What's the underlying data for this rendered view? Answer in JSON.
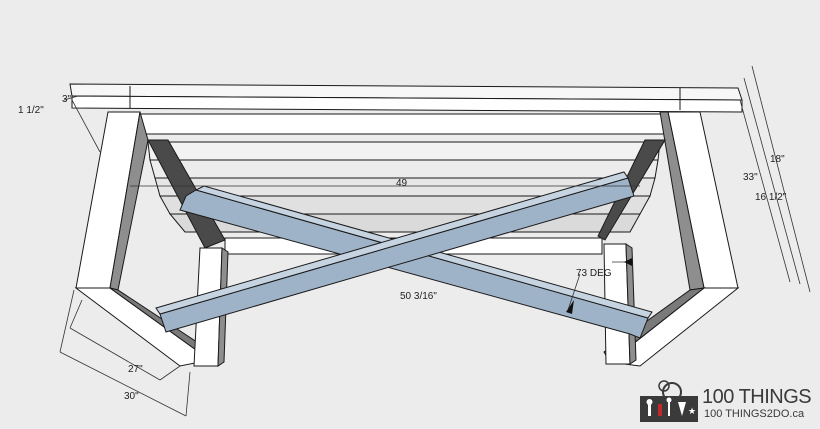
{
  "dimensions": {
    "d_1_1_2": "1 1/2\"",
    "d_3": "3\"",
    "d_49": "49",
    "d_18": "18\"",
    "d_33": "33\"",
    "d_16_1_2": "16 1/2\"",
    "d_73_deg": "73 DEG",
    "d_50_3_16": "50 3/16\"",
    "d_27": "27\"",
    "d_30": "30\""
  },
  "logo": {
    "main_text": "100 THINGS",
    "sub_text": "100 THINGS2DO.ca",
    "accent_color": "#c0282d"
  },
  "colors": {
    "background": "#ececec",
    "wood": "#ffffff",
    "shade": "#8e8e8e",
    "dark_shade": "#4a4a4a",
    "brace": "#9fb3c8",
    "outline": "#1a1a1a"
  }
}
